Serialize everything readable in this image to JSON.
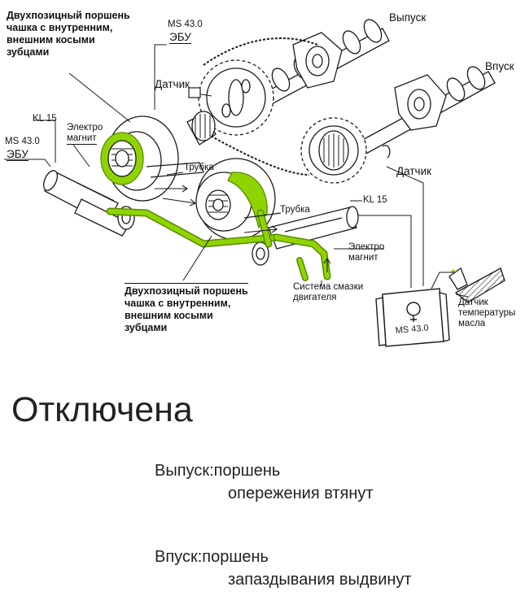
{
  "diagram": {
    "labels": {
      "piston_top_1": "Двухпозицный поршень",
      "piston_top_2": "чашка с внутренним,",
      "piston_top_3": "внешним косыми",
      "piston_top_4": "зубцами",
      "ms430_top_1": "MS 43.0",
      "ms430_top_2": "ЭБУ",
      "sensor_top": "Датчик",
      "exhaust": "Выпуск",
      "intake": "Впуск",
      "kl15_left": "KL 15",
      "ms430_left_1": "MS 43.0",
      "ms430_left_2": "ЭБУ",
      "electromagnet_left_1": "Электро",
      "electromagnet_left_2": "магнит",
      "tube_left": "Трубка",
      "sensor_right": "Датчик",
      "tube_mid": "Трубка",
      "kl15_right": "KL 15",
      "electromagnet_right_1": "Электро",
      "electromagnet_right_2": "магнит",
      "piston_bottom_1": "Двухпозицный поршень",
      "piston_bottom_2": "чашка с внутренним,",
      "piston_bottom_3": "внешним косыми",
      "piston_bottom_4": "зубцами",
      "lube_1": "Система смазки",
      "lube_2": "двигателя",
      "ecu_box": "MS 43.0",
      "oil_temp_1": "Датчик",
      "oil_temp_2": "температуры",
      "oil_temp_3": "масла"
    },
    "colors": {
      "oil_highlight": "#8fd400",
      "line": "#1a1a1a"
    }
  },
  "status": {
    "title": "Отключена"
  },
  "states": [
    {
      "label": "Выпуск:",
      "line1": "поршень",
      "line2": "опережения втянут"
    },
    {
      "label": "Впуск:",
      "line1": "поршень",
      "line2": "запаздывания выдвинут"
    }
  ]
}
